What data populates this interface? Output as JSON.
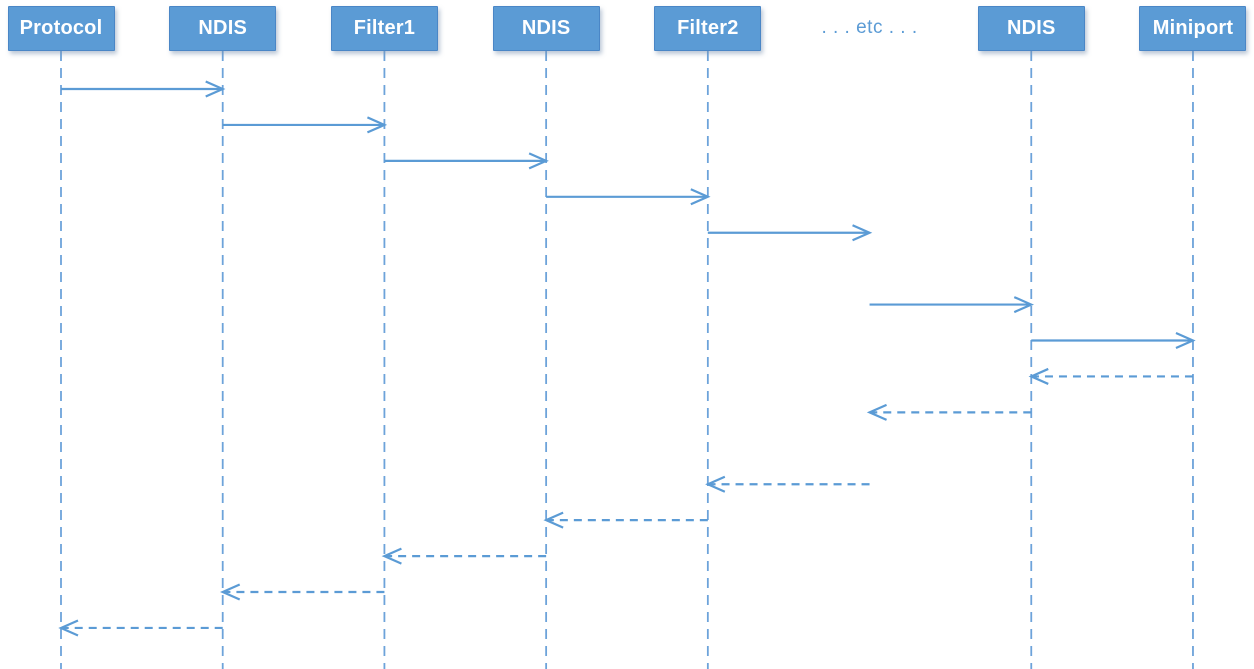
{
  "diagram": {
    "actors": [
      {
        "label": "Protocol",
        "kind": "box"
      },
      {
        "label": "NDIS",
        "kind": "box"
      },
      {
        "label": "Filter1",
        "kind": "box"
      },
      {
        "label": "NDIS",
        "kind": "box"
      },
      {
        "label": "Filter2",
        "kind": "box"
      },
      {
        "label": ". . . etc . . .",
        "kind": "ellipsis"
      },
      {
        "label": "NDIS",
        "kind": "box"
      },
      {
        "label": "Miniport",
        "kind": "box"
      }
    ],
    "messages": [
      {
        "from": 0,
        "to": 1,
        "row": 0,
        "line": "solid"
      },
      {
        "from": 1,
        "to": 2,
        "row": 1,
        "line": "solid"
      },
      {
        "from": 2,
        "to": 3,
        "row": 2,
        "line": "solid"
      },
      {
        "from": 3,
        "to": 4,
        "row": 3,
        "line": "solid"
      },
      {
        "from": 4,
        "to": 5,
        "row": 4,
        "line": "solid"
      },
      {
        "from": 5,
        "to": 6,
        "row": 6,
        "line": "solid"
      },
      {
        "from": 6,
        "to": 7,
        "row": 7,
        "line": "solid"
      },
      {
        "from": 7,
        "to": 6,
        "row": 8,
        "line": "dashed"
      },
      {
        "from": 6,
        "to": 5,
        "row": 9,
        "line": "dashed"
      },
      {
        "from": 5,
        "to": 4,
        "row": 11,
        "line": "dashed"
      },
      {
        "from": 4,
        "to": 3,
        "row": 12,
        "line": "dashed"
      },
      {
        "from": 3,
        "to": 2,
        "row": 13,
        "line": "dashed"
      },
      {
        "from": 2,
        "to": 1,
        "row": 14,
        "line": "dashed"
      },
      {
        "from": 1,
        "to": 0,
        "row": 15,
        "line": "dashed"
      }
    ]
  },
  "colors": {
    "actor_fill": "#5b9bd5",
    "actor_border": "#4a86c6",
    "actor_text": "#ffffff",
    "line": "#5b9bd5",
    "lifeline": "#6da3da",
    "ellipsis_text": "#5b9bd5",
    "background": "#ffffff"
  }
}
